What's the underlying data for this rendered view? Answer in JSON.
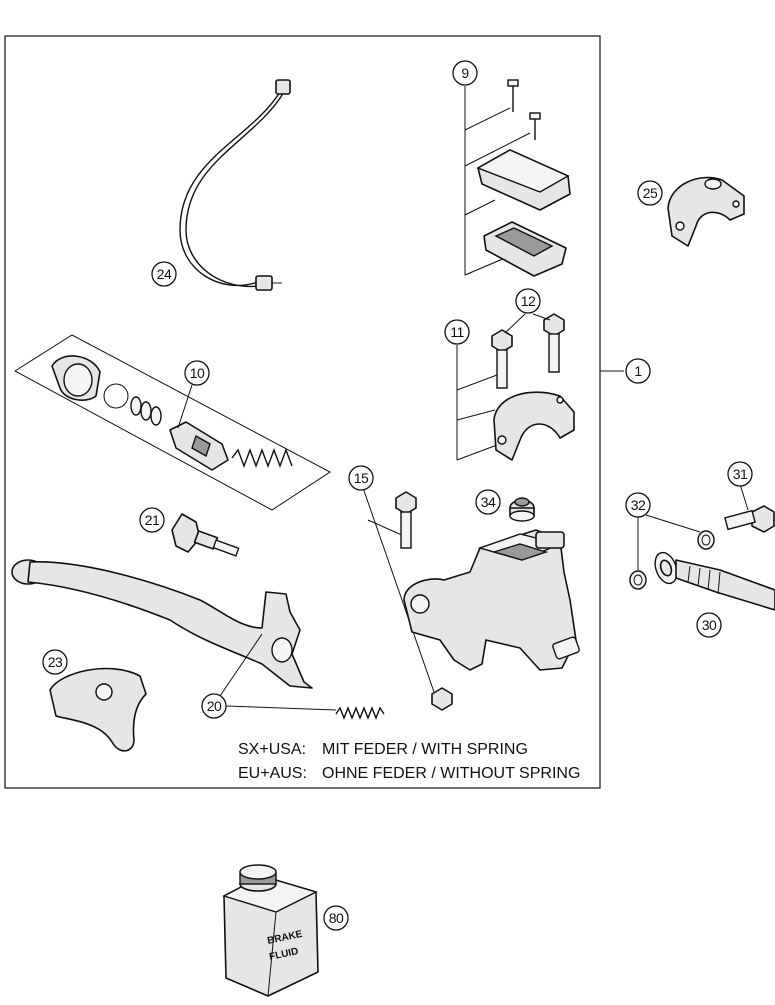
{
  "callouts": {
    "c1": "1",
    "c9": "9",
    "c10": "10",
    "c11": "11",
    "c12": "12",
    "c15": "15",
    "c20": "20",
    "c21": "21",
    "c23": "23",
    "c24": "24",
    "c25": "25",
    "c30": "30",
    "c31": "31",
    "c32": "32",
    "c34": "34",
    "c80": "80"
  },
  "notes": {
    "line1_prefix": "SX+USA:",
    "line1_text": "MIT FEDER / WITH SPRING",
    "line2_prefix": "EU+AUS:",
    "line2_text": "OHNE FEDER / WITHOUT SPRING"
  },
  "can_label": {
    "line1": "BRAKE",
    "line2": "FLUID"
  }
}
